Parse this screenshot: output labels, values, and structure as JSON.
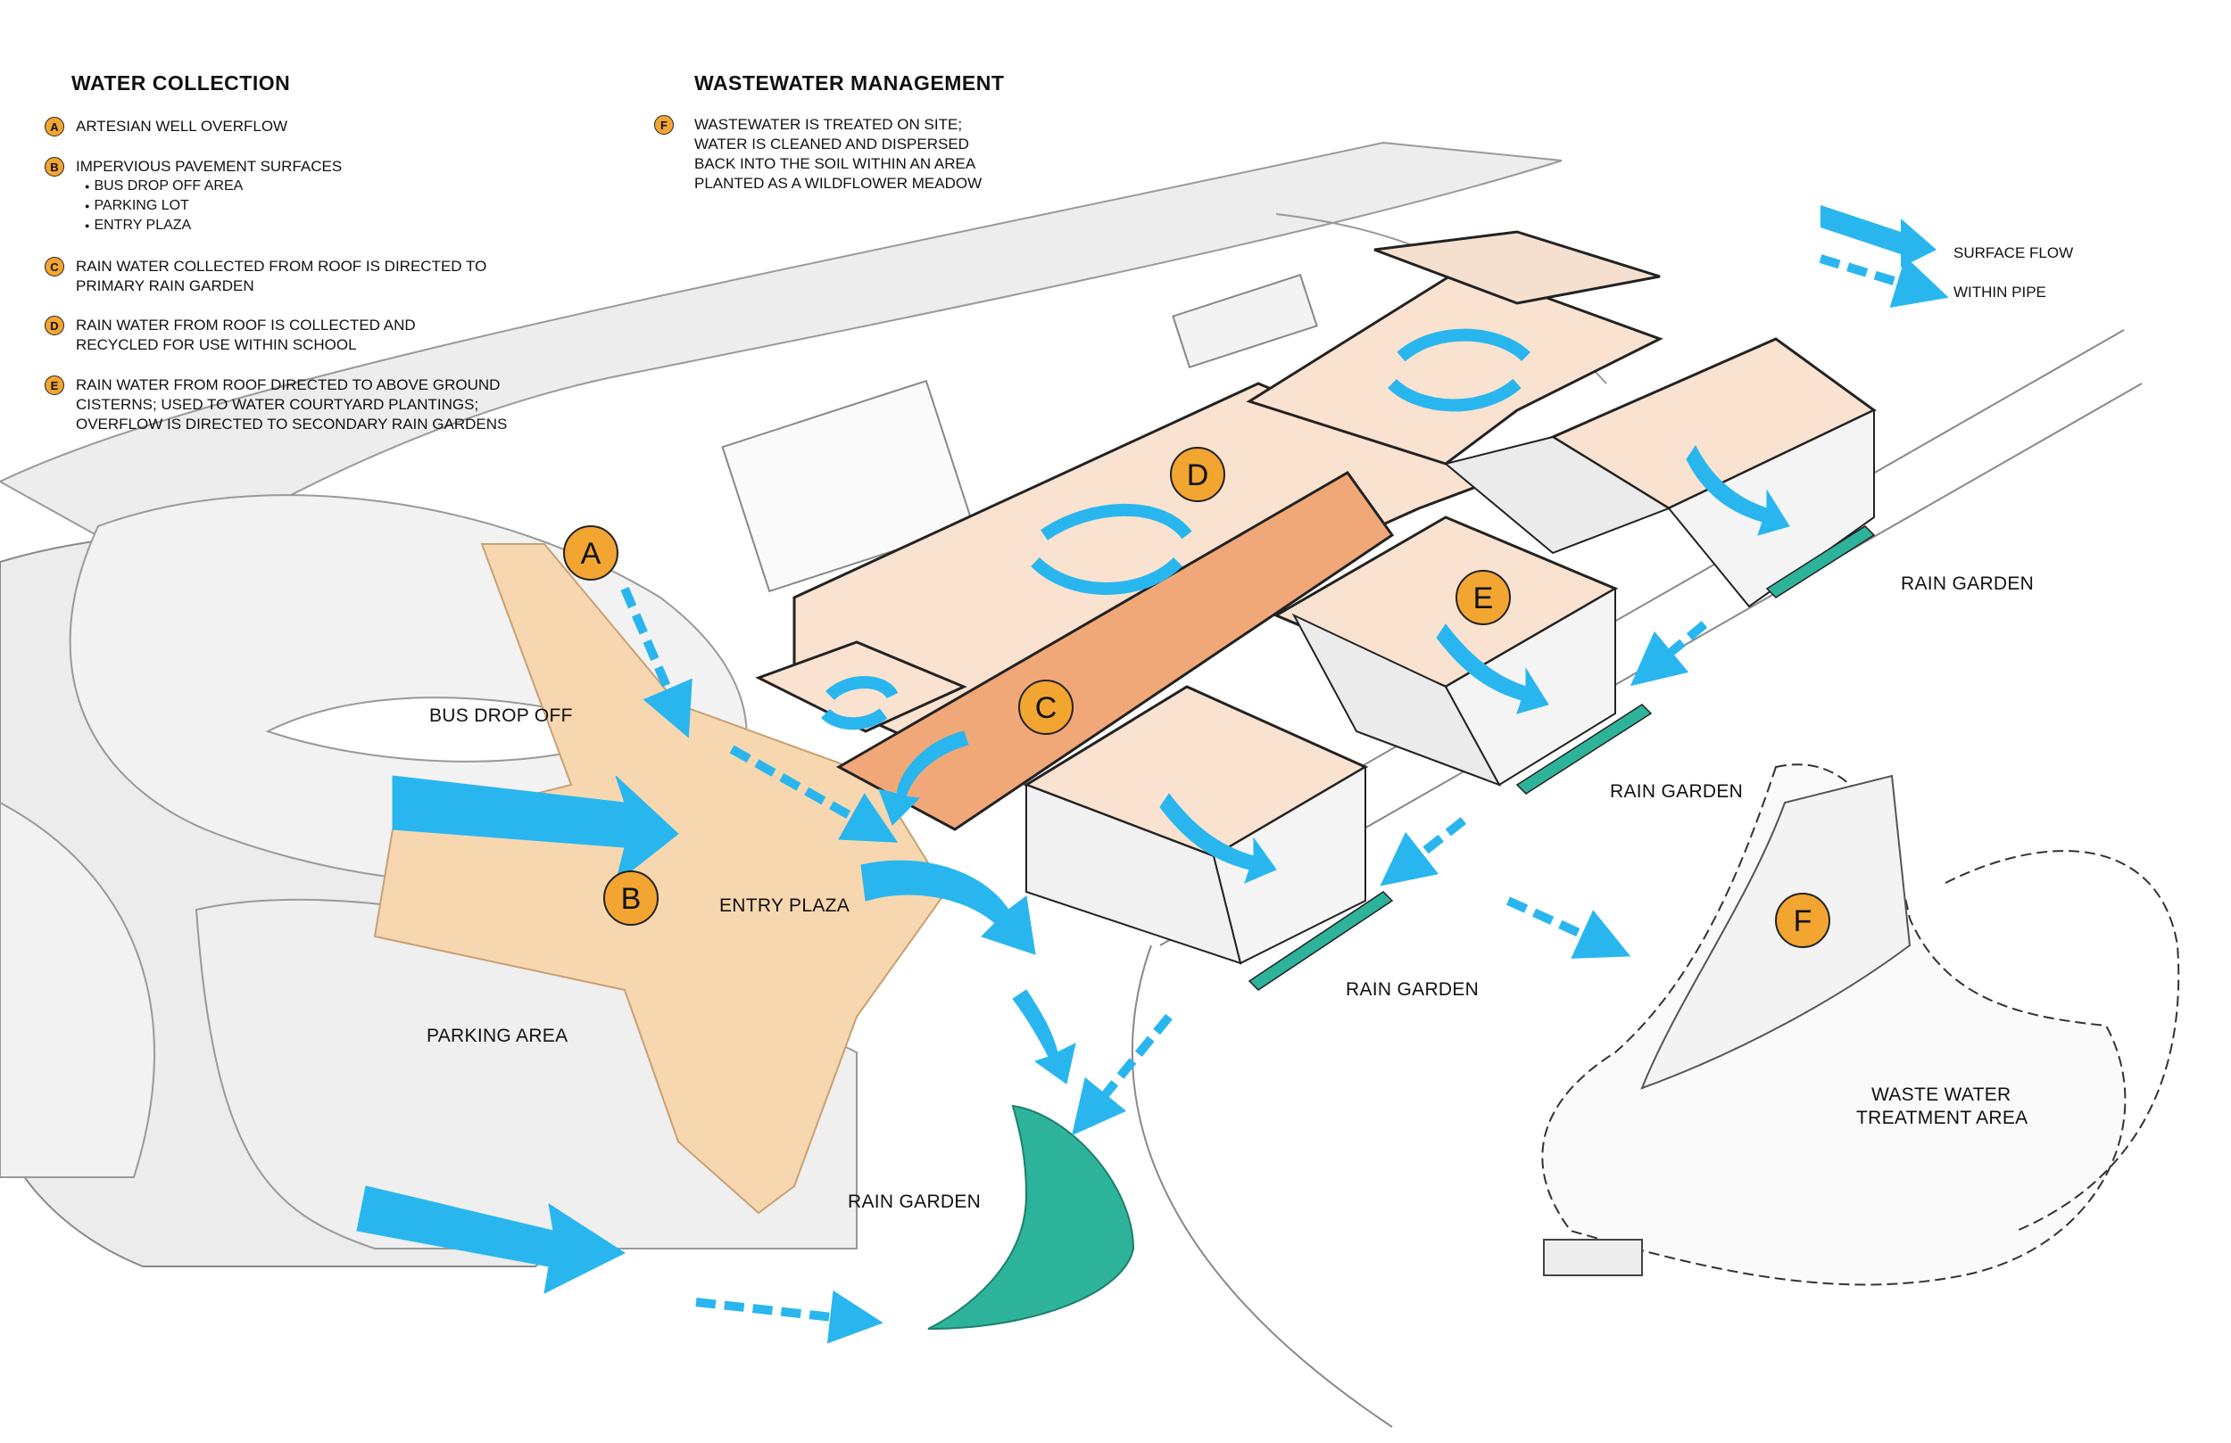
{
  "water_collection": {
    "heading": "WATER COLLECTION",
    "items": [
      {
        "badge": "A",
        "text": "ARTESIAN WELL OVERFLOW"
      },
      {
        "badge": "B",
        "text": "IMPERVIOUS PAVEMENT SURFACES",
        "subs": [
          "BUS DROP OFF AREA",
          "PARKING LOT",
          "ENTRY PLAZA"
        ]
      },
      {
        "badge": "C",
        "text": "RAIN WATER COLLECTED FROM ROOF IS DIRECTED TO",
        "text2": "PRIMARY RAIN GARDEN"
      },
      {
        "badge": "D",
        "text": "RAIN WATER FROM ROOF IS COLLECTED AND",
        "text2": "RECYCLED FOR USE WITHIN SCHOOL"
      },
      {
        "badge": "E",
        "text": "RAIN WATER FROM ROOF DIRECTED TO ABOVE GROUND",
        "text2": "CISTERNS; USED TO WATER COURTYARD PLANTINGS;",
        "text3": "OVERFLOW IS DIRECTED TO SECONDARY RAIN GARDENS"
      }
    ]
  },
  "wastewater": {
    "heading": "WASTEWATER MANAGEMENT",
    "badge": "F",
    "lines": [
      "WASTEWATER  IS TREATED ON SITE;",
      "WATER IS CLEANED AND DISPERSED",
      "BACK INTO THE SOIL WITHIN AN AREA",
      "PLANTED AS A WILDFLOWER MEADOW"
    ]
  },
  "key": {
    "surface_flow": "SURFACE FLOW",
    "within_pipe": "WITHIN PIPE"
  },
  "map_labels": {
    "bus_drop_off": "BUS DROP OFF",
    "entry_plaza": "ENTRY PLAZA",
    "parking_area": "PARKING AREA",
    "rain_garden_main": "RAIN GARDEN",
    "rain_garden_1": "RAIN GARDEN",
    "rain_garden_2": "RAIN GARDEN",
    "rain_garden_3": "RAIN GARDEN",
    "treatment_line1": "WASTE WATER",
    "treatment_line2": "TREATMENT AREA"
  },
  "badges": {
    "A": "A",
    "B": "B",
    "C": "C",
    "D": "D",
    "E": "E",
    "F": "F"
  },
  "colors": {
    "badge": "#f2a531",
    "flow_arrow": "#29b6ef",
    "roof": "#f9e2cf",
    "roof_accent": "#f1a878",
    "plaza": "#f6d7b0",
    "rain_garden": "#2db39a",
    "pavement": "#ececec"
  }
}
